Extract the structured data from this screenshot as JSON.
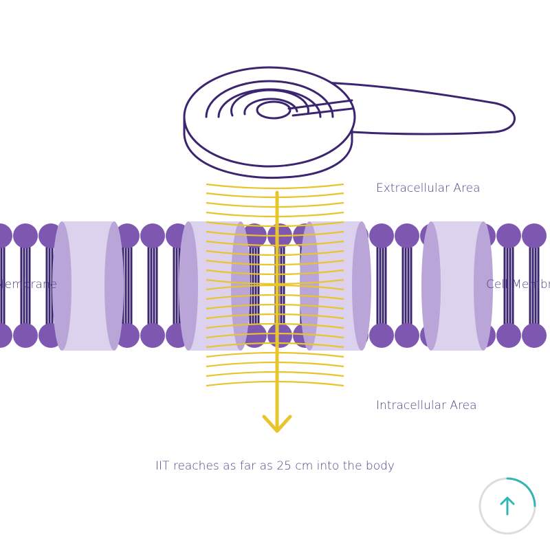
{
  "labels": {
    "extracellular": "Extracellular Area",
    "intracellular": "Intracellular Area",
    "membrane_left": "Membrane",
    "membrane_right": "Cell Membr",
    "caption": "IIT reaches as far as 25 cm into the body"
  },
  "colors": {
    "outline": "#3b2470",
    "bead": "#7e57b1",
    "tail": "#3b2470",
    "protein_dark": "#b9a5d8",
    "protein_light": "#ddd2ee",
    "field": "#e8c42d",
    "scroll_ring": "#33b5b5",
    "scroll_ring_bg": "#dddddd"
  },
  "icons": {
    "device": "magnetic-coil-device-icon",
    "arrow": "arrow-down-icon",
    "scroll": "arrow-up-icon"
  }
}
